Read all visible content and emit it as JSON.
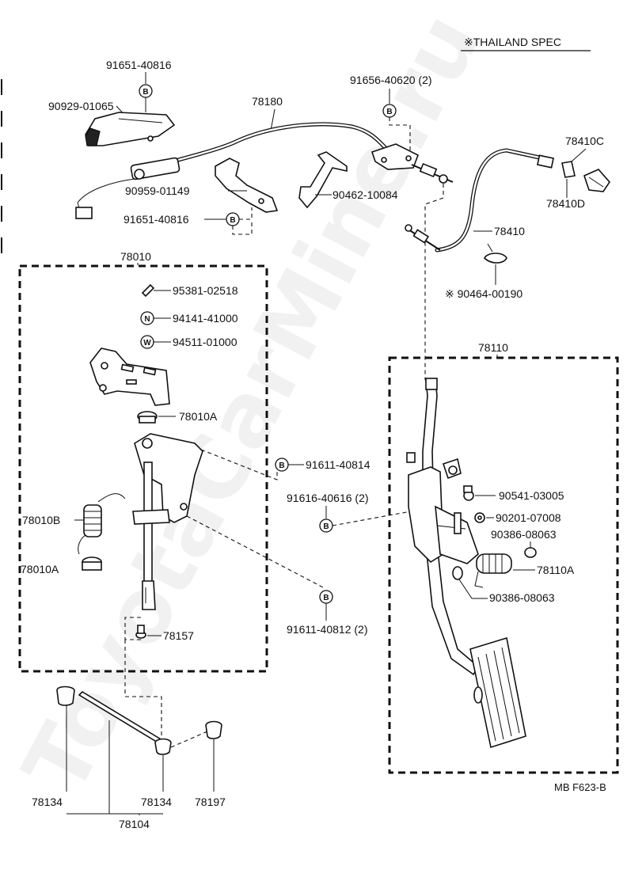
{
  "header": {
    "spec_note": "※THAILAND SPEC"
  },
  "footer": {
    "diagram_code": "MB F623-B"
  },
  "watermark": "ToyotaCarMine.ru",
  "assemblies": {
    "left_box": "78010",
    "right_box": "78110"
  },
  "badges": {
    "bolt": "B",
    "nut": "N",
    "washer": "W"
  },
  "labels": {
    "p91651_40816_top": "91651-40816",
    "p90929_01065": "90929-01065",
    "p78180": "78180",
    "p91656_40620": "91656-40620 (2)",
    "p78410C": "78410C",
    "p78410D": "78410D",
    "p90959_01149": "90959-01149",
    "p90462_10084": "90462-10084",
    "p91651_40816_bot": "91651-40816",
    "p78410": "78410",
    "p90464_00190": "※ 90464-00190",
    "p95381_02518": "95381-02518",
    "p94141_41000": "94141-41000",
    "p94511_01000": "94511-01000",
    "p78010A_top": "78010A",
    "p91611_40814": "91611-40814",
    "p91616_40616": "91616-40616 (2)",
    "p78010B": "78010B",
    "p78010A_bot": "78010A",
    "p78157": "78157",
    "p91611_40812": "91611-40812 (2)",
    "p90541_03005": "90541-03005",
    "p90201_07008": "90201-07008",
    "p90386_08063_a": "90386-08063",
    "p78110A": "78110A",
    "p90386_08063_b": "90386-08063",
    "p78134_left": "78134",
    "p78134_right": "78134",
    "p78197": "78197",
    "p78104": "78104"
  }
}
